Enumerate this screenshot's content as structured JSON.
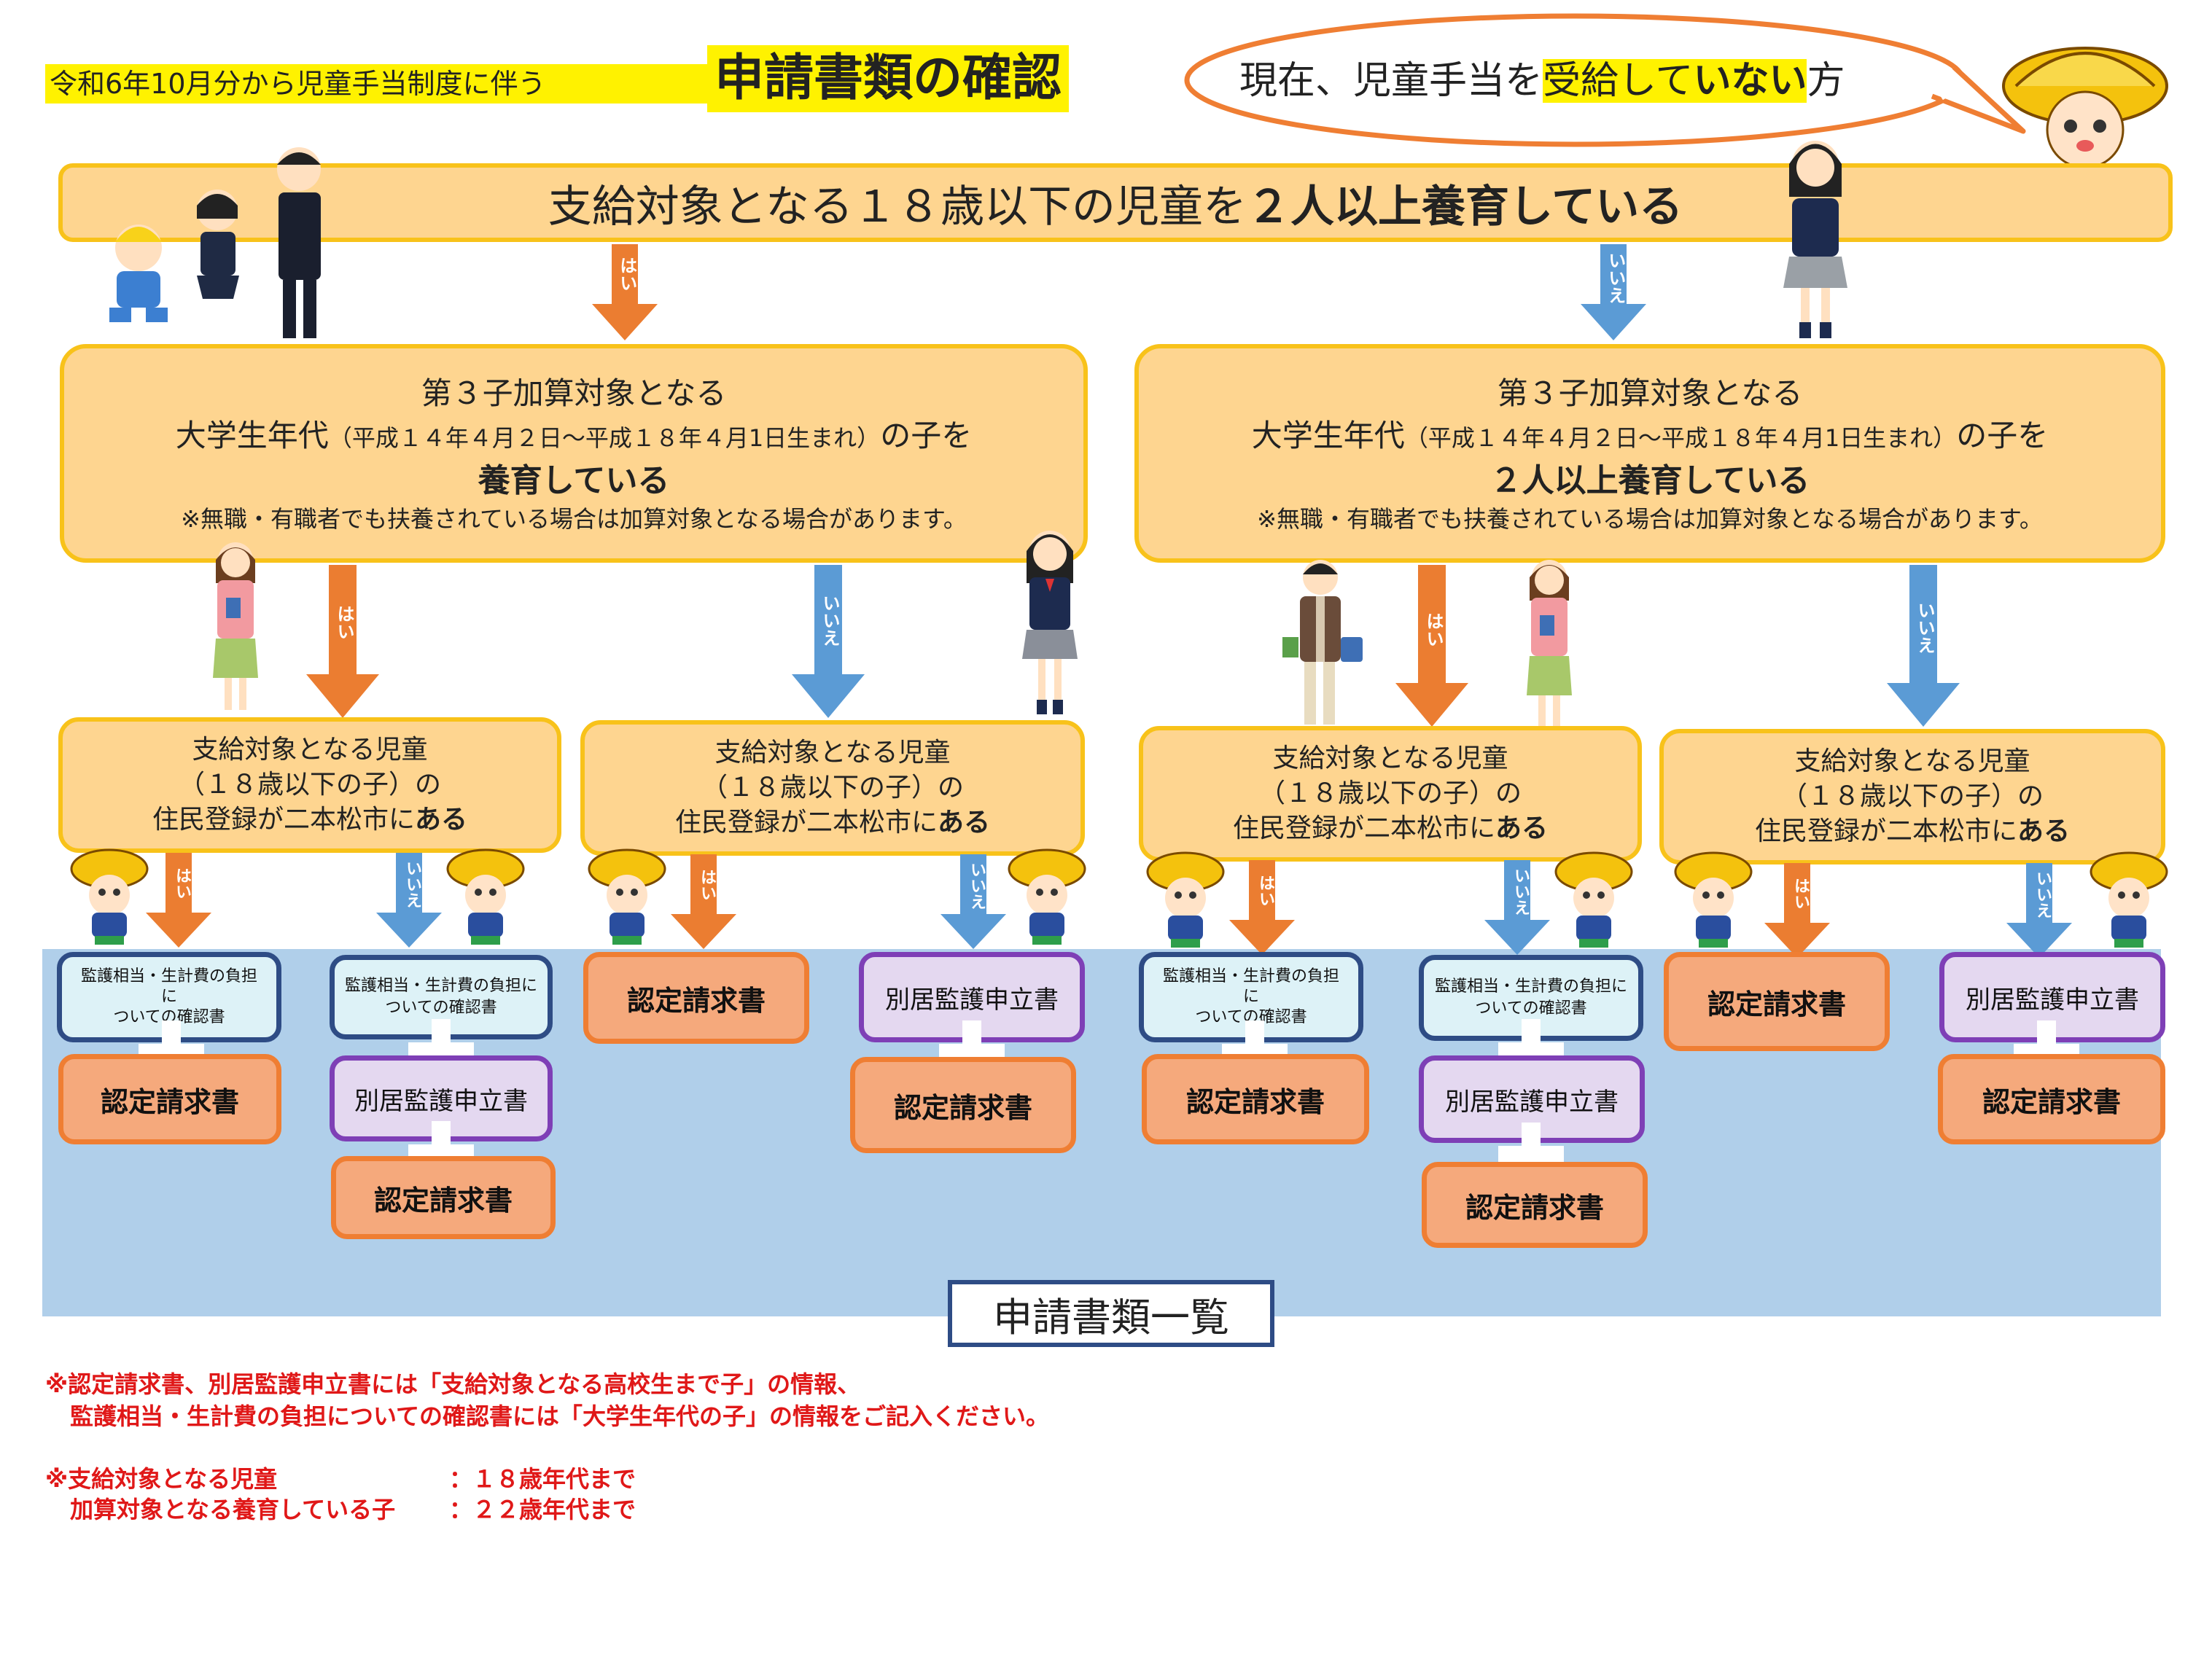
{
  "header": {
    "subtitle": "令和6年10月分から児童手当制度に伴う",
    "title": "申請書類の確認",
    "speech_plain_1": "現在、児童手当を",
    "speech_hl_1": "受給して",
    "speech_hl_bold": "いない",
    "speech_plain_2": "方"
  },
  "top_question": {
    "plain": "支給対象となる１８歳以下の児童を",
    "bold": "２人以上養育している"
  },
  "answers": {
    "yes": "はい",
    "no": "いいえ"
  },
  "left_question": {
    "line1": "第３子加算対象となる",
    "line2_a": "大学生年代",
    "line2_small": "（平成１４年４月２日〜平成１８年４月1日生まれ）",
    "line2_b": "の子を",
    "line3": "養育している",
    "note": "※無職・有職者でも扶養されている場合は加算対象となる場合があります。"
  },
  "right_question": {
    "line1": "第３子加算対象となる",
    "line2_a": "大学生年代",
    "line2_small": "（平成１４年４月２日〜平成１８年４月1日生まれ）",
    "line2_b": "の子を",
    "line3": "２人以上養育している",
    "note": "※無職・有職者でも扶養されている場合は加算対象となる場合があります。"
  },
  "residency_question": {
    "line1": "支給対象となる児童",
    "line2": "（１８歳以下の子）の",
    "line3_plain": "住民登録が二本松市に",
    "line3_bold": "ある"
  },
  "docs": {
    "confirm_a": "監護相当・生計費の負担に",
    "confirm_a2": "ついての確認書",
    "confirm_b1": "監護相当・生計費の負担",
    "confirm_b2": "に",
    "confirm_b3": "ついての確認書",
    "nintei": "認定請求書",
    "bekkyo": "別居監護申立書"
  },
  "list_label": "申請書類一覧",
  "notes": {
    "n1a": "※認定請求書、別居監護申立書には「支給対象となる高校生まで子」の情報、",
    "n1b": "監護相当・生計費の負担についての確認書には「大学生年代の子」の情報をご記入ください。",
    "n2a_label": "※支給対象となる児童",
    "n2a_value": "：１８歳年代まで",
    "n2b_label": "加算対象となる養育している子",
    "n2b_value": "：２２歳年代まで"
  },
  "colors": {
    "yellow_box": "#fed590",
    "yellow_border": "#f8c21a",
    "yes_arrow": "#eb7d31",
    "no_arrow": "#5b9bd5",
    "list_area": "#b0cfea",
    "title_highlight": "#fff200",
    "note_red": "#e01818"
  }
}
